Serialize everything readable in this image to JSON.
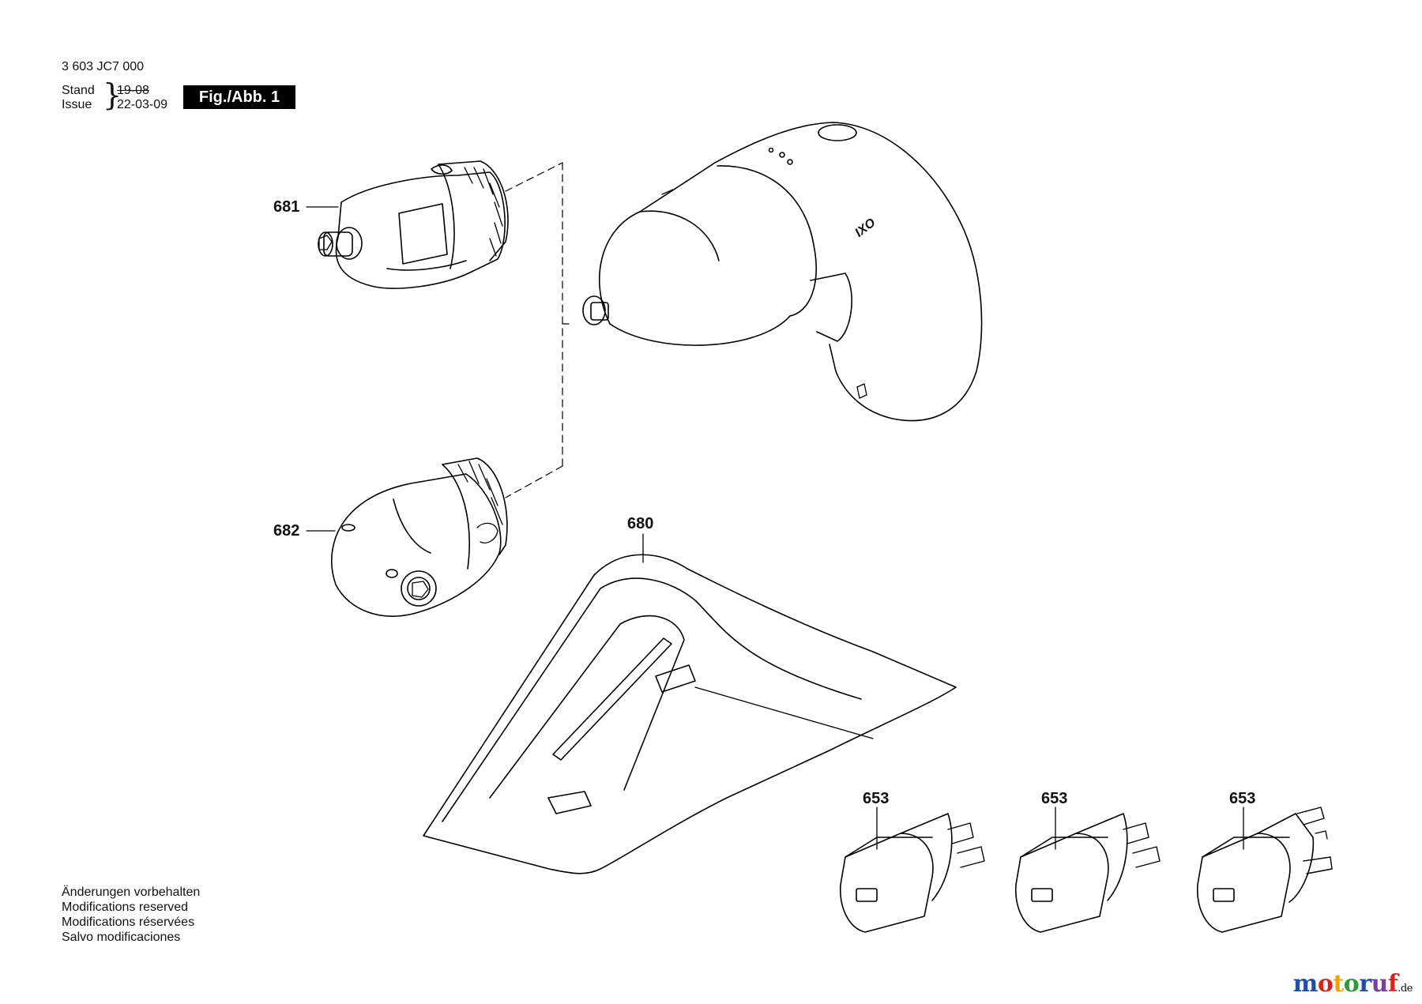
{
  "header": {
    "part_number": "3 603 JC7 000",
    "stand_label": "Stand",
    "issue_label": "Issue",
    "stand_date": "19-08",
    "issue_date": "22-03-09",
    "figure_label": "Fig./Abb. 1"
  },
  "callouts": {
    "c681": "681",
    "c682": "682",
    "c680": "680",
    "c653a": "653",
    "c653b": "653",
    "c653c": "653"
  },
  "device_marking": "IXO",
  "footer": {
    "line1": "Änderungen vorbehalten",
    "line2": "Modifications reserved",
    "line3": "Modifications réservées",
    "line4": "Salvo modificaciones"
  },
  "watermark": {
    "brand": "motoruf",
    "suffix": ".de",
    "colors": [
      "#1f4fa8",
      "#d8241c",
      "#f2a100",
      "#2a9a3c",
      "#1f4fa8",
      "#7a3fa0",
      "#d8241c"
    ]
  }
}
